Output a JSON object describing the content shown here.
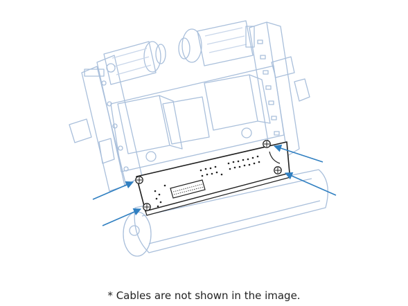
{
  "caption": "* Cables are not shown in the image.",
  "colors": {
    "line_art": "#a9bfdb",
    "line_art_faint": "#c8d6ea",
    "board_outline": "#1f1f1f",
    "board_fill": "#ffffff",
    "callout_arrow": "#2f7fc1",
    "caption_text": "#222222"
  },
  "callouts": {
    "count": 4,
    "target": "board mounting screws"
  }
}
